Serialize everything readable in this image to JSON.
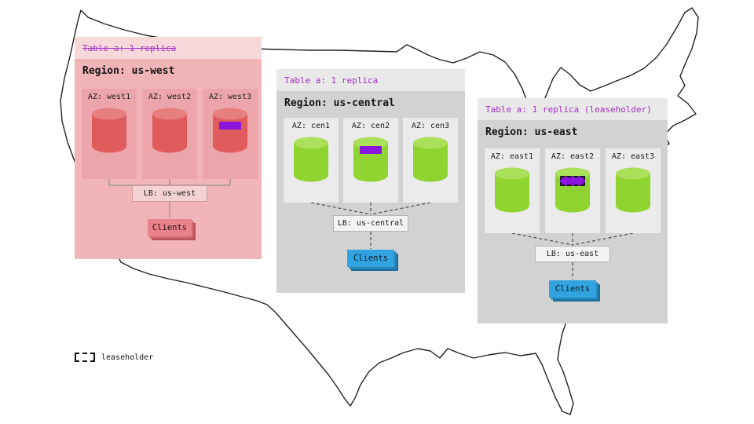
{
  "colors": {
    "accent_purple": "#a62bc9",
    "replica_chip_purple": "#8a16dd",
    "west_tint": "#f1b4b8",
    "west_header": "#f8d8da",
    "west_az": "#eca6ab",
    "red_cylinder": "#e05c5c",
    "red_cylinder_top": "#e87f7f",
    "gray_region": "#d2d2d2",
    "gray_header": "#e9e9e9",
    "gray_az": "#ebebeb",
    "green_cylinder": "#90d431",
    "green_cylinder_top": "#abe05a",
    "clients_blue": "#31a3e0",
    "clients_salmon": "#e8838b",
    "lb_west_bg": "#f4d2d4",
    "lb_gray_bg": "#f3f3f3"
  },
  "legend": {
    "label": "leaseholder"
  },
  "regions": [
    {
      "table_label": "Table a: 1 replica",
      "struck_through": true,
      "region_label": "Region: us-west",
      "azs": [
        "AZ: west1",
        "AZ: west2",
        "AZ: west3"
      ],
      "replica_marker_az": "AZ: west3",
      "lb_label": "LB: us-west",
      "clients_label": "Clients"
    },
    {
      "table_label": "Table a: 1 replica",
      "struck_through": false,
      "region_label": "Region: us-central",
      "azs": [
        "AZ: cen1",
        "AZ: cen2",
        "AZ: cen3"
      ],
      "replica_marker_az": "AZ: cen2",
      "lb_label": "LB: us-central",
      "clients_label": "Clients"
    },
    {
      "table_label": "Table a: 1 replica (leaseholder)",
      "struck_through": false,
      "region_label": "Region: us-east",
      "azs": [
        "AZ: east1",
        "AZ: east2",
        "AZ: east3"
      ],
      "replica_marker_az": "AZ: east2",
      "leaseholder_marker": true,
      "lb_label": "LB: us-east",
      "clients_label": "Clients"
    }
  ]
}
